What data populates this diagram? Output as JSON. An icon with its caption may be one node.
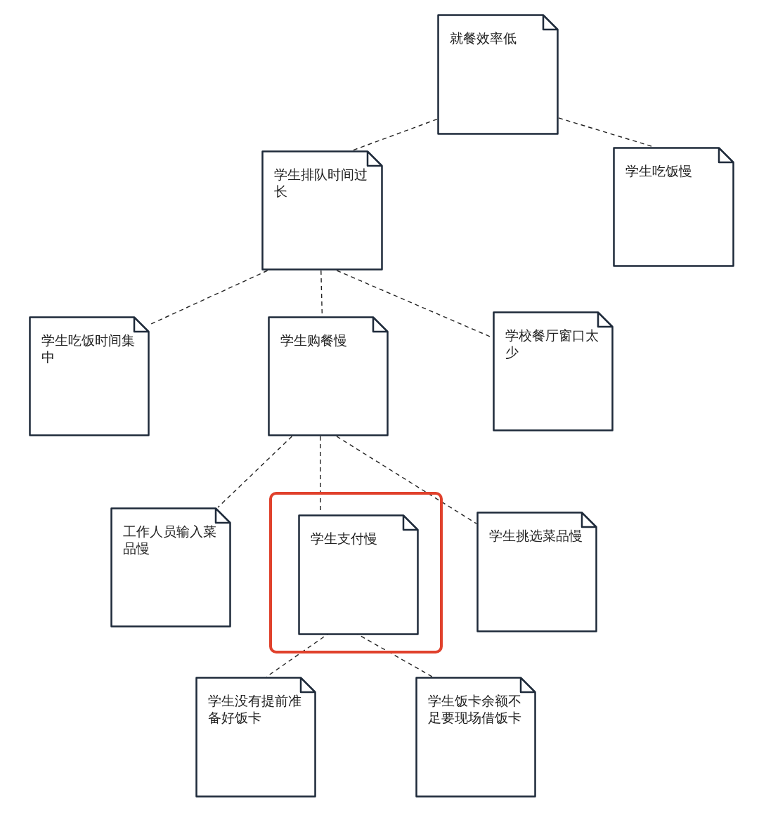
{
  "diagram": {
    "nodes": [
      {
        "text": [
          "就餐效率低"
        ]
      },
      {
        "text": [
          "学生排队时间过长"
        ]
      },
      {
        "text": [
          "学生吃饭慢"
        ]
      },
      {
        "text": [
          "学生吃饭时间集中"
        ]
      },
      {
        "text": [
          "学生购餐慢"
        ]
      },
      {
        "text": [
          "学校餐厅窗口太少"
        ]
      },
      {
        "text": [
          "工作人员输入菜品慢"
        ]
      },
      {
        "text": [],
        "shape": "box"
      },
      {
        "text": [
          "学生支付慢"
        ],
        "in": 7
      },
      {
        "text": [
          "学生挑选菜品慢"
        ]
      },
      {
        "text": [
          "学生没有提前准备好饭卡"
        ]
      },
      {
        "text": [
          "学生饭卡余额不足要现场借饭卡"
        ]
      }
    ],
    "edges": [
      {
        "from": 0,
        "to": 1,
        "arrow": "none",
        "style": "dashed"
      },
      {
        "from": 0,
        "to": 2,
        "arrow": "none",
        "style": "dashed"
      },
      {
        "from": 1,
        "to": 3,
        "arrow": "none",
        "style": "dashed"
      },
      {
        "from": 1,
        "to": 4,
        "arrow": "none",
        "style": "dashed"
      },
      {
        "from": 1,
        "to": 5,
        "arrow": "none",
        "style": "dashed"
      },
      {
        "from": 4,
        "to": 6,
        "arrow": "none",
        "style": "dashed"
      },
      {
        "from": 4,
        "to": 8,
        "arrow": "none",
        "style": "dashed"
      },
      {
        "from": 4,
        "to": 9,
        "arrow": "none",
        "style": "dashed"
      },
      {
        "from": 8,
        "to": 10,
        "arrow": "none",
        "style": "dashed"
      },
      {
        "from": 8,
        "to": 11,
        "arrow": "none",
        "style": "dashed"
      }
    ]
  }
}
